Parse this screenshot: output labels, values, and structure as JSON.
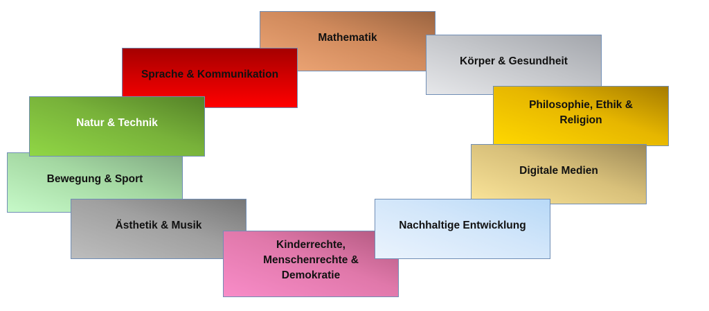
{
  "diagram": {
    "boxes": [
      {
        "label": "Mathematik",
        "color": "#d08a5c"
      },
      {
        "label": "Körper & Gesundheit",
        "color": "#c2c4c8"
      },
      {
        "label": "Sprache & Kommunikation",
        "color": "#e00000"
      },
      {
        "label": "Philosophie, Ethik & Religion",
        "color": "#e6b600"
      },
      {
        "label": "Natur & Technik",
        "color": "#78b23a"
      },
      {
        "label": "Digitale Medien",
        "color": "#d8c07a"
      },
      {
        "label": "Bewegung & Sport",
        "color": "#a4d8a2"
      },
      {
        "label": "Nachhaltige Entwicklung",
        "color": "#d2e6fa"
      },
      {
        "label": "Ästhetik & Musik",
        "color": "#a0a0a0"
      },
      {
        "label": "Kinderrechte, Menschenrechte & Demokratie",
        "color": "#e078aa"
      }
    ]
  }
}
